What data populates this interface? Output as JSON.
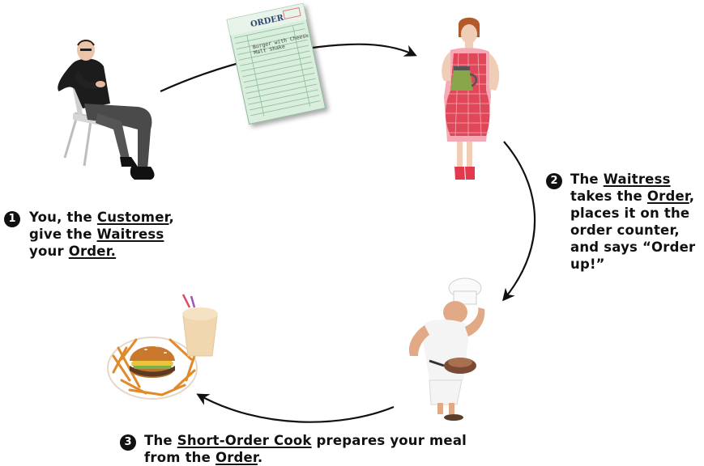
{
  "ticket": {
    "title": "ORDER",
    "line1": "Burger with Cheese",
    "line2": "Malt Shake"
  },
  "steps": [
    {
      "number": "1",
      "lines": [
        [
          "You, the ",
          {
            "u": "Customer"
          },
          ","
        ],
        [
          "give the ",
          {
            "u": "Waitress"
          }
        ],
        [
          "your ",
          {
            "u": "Order."
          }
        ]
      ]
    },
    {
      "number": "2",
      "lines": [
        [
          "The ",
          {
            "u": "Waitress"
          }
        ],
        [
          "takes the ",
          {
            "u": "Order"
          },
          ","
        ],
        [
          "places it on the"
        ],
        [
          "order counter,"
        ],
        [
          "and says “Order"
        ],
        [
          "up!”"
        ]
      ]
    },
    {
      "number": "3",
      "lines": [
        [
          "The ",
          {
            "u": "Short-Order Cook"
          },
          " prepares your meal"
        ],
        [
          "from the ",
          {
            "u": "Order"
          },
          "."
        ]
      ]
    }
  ],
  "colors": {
    "ink": "#111111",
    "ticket_paper": "#d9eedd",
    "ticket_lines": "#7fb38e",
    "apron_red": "#e0485a",
    "kettle_green": "#8aa64a",
    "fries": "#e08a2a",
    "bun": "#c9782e",
    "shake": "#f1d7b0"
  }
}
